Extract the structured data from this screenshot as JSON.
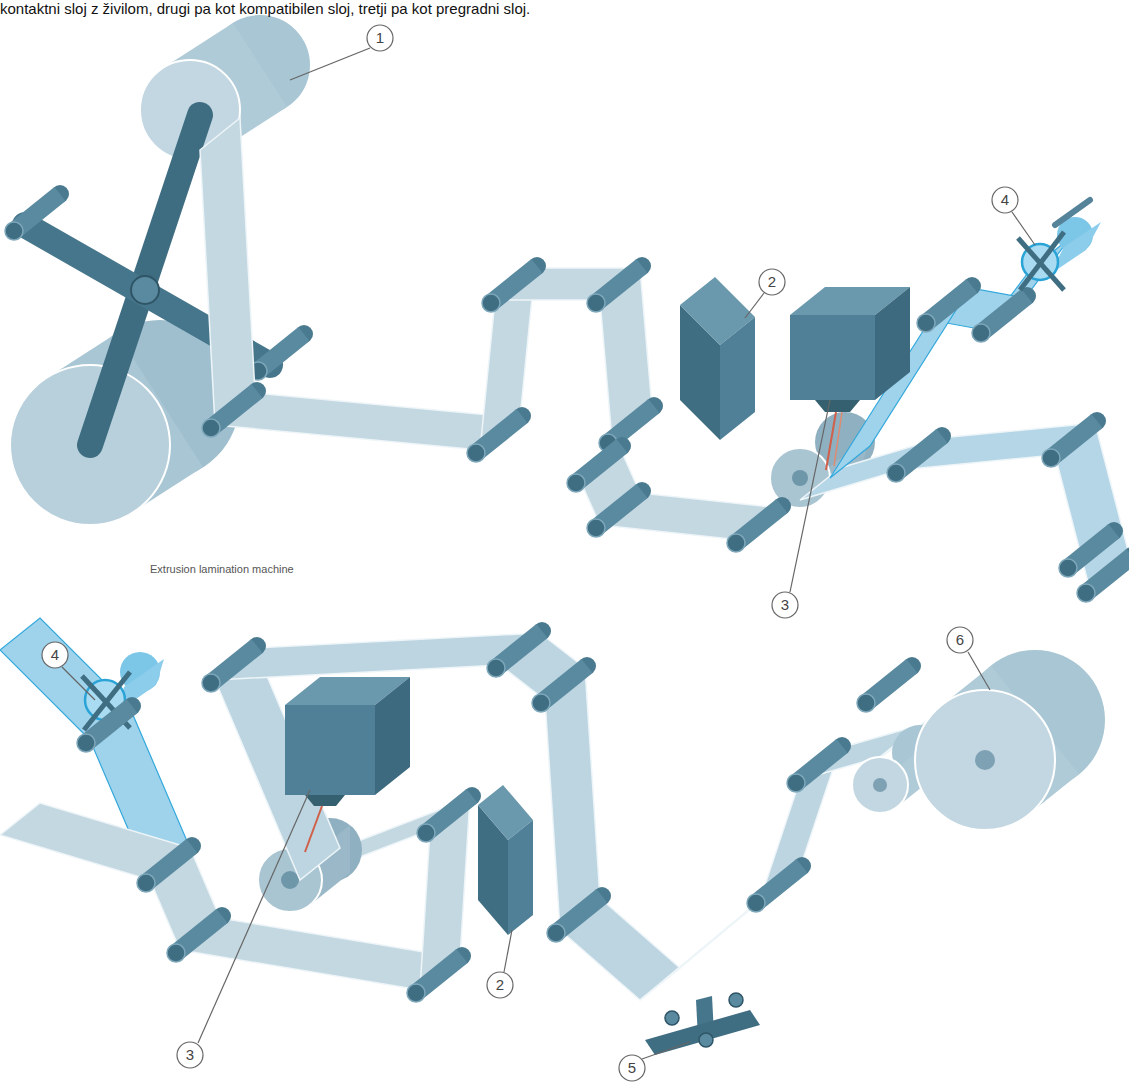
{
  "diagram": {
    "labels": [
      "kontaktni sloj z živilom, drugi pa kot kompatibilen sloj, tretji pa kot pregradni sloj.",
      "1",
      "2",
      "4",
      "3",
      "Extrusion lamination machine",
      "4",
      "3",
      "2",
      "5",
      "6"
    ]
  }
}
